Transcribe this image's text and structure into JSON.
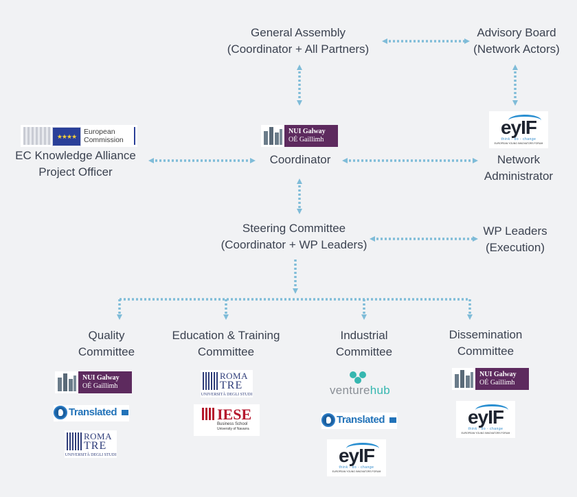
{
  "colors": {
    "connector": "#7fbcd8",
    "nui_purple": "#5d2a5e",
    "eu_blue": "#2a3f98",
    "text": "#3b4250"
  },
  "nodes": {
    "general_assembly": {
      "line1": "General Assembly",
      "line2": "(Coordinator + All Partners)"
    },
    "advisory_board": {
      "line1": "Advisory Board",
      "line2": "(Network Actors)"
    },
    "ec_officer": {
      "line1": "EC Knowledge Alliance",
      "line2": "Project Officer"
    },
    "coordinator": {
      "line1": "Coordinator"
    },
    "network_admin": {
      "line1": "Network",
      "line2": "Administrator"
    },
    "steering": {
      "line1": "Steering Committee",
      "line2": "(Coordinator + WP Leaders)"
    },
    "wp_leaders": {
      "line1": "WP Leaders",
      "line2": "(Execution)"
    },
    "quality": {
      "line1": "Quality",
      "line2": "Committee"
    },
    "education": {
      "line1": "Education & Training",
      "line2": "Committee"
    },
    "industrial": {
      "line1": "Industrial",
      "line2": "Committee"
    },
    "dissemination": {
      "line1": "Dissemination",
      "line2": "Committee"
    }
  },
  "logos": {
    "nui_galway": {
      "line1": "NUI Galway",
      "line2": "OÉ Gaillimh",
      "icon": "university-crest-icon"
    },
    "european_commission": {
      "line1": "European",
      "line2": "Commission",
      "icon": "eu-flag-icon"
    },
    "eyif": {
      "word": "eyIF",
      "tagline": "think - do - change",
      "subline": "EUROPEAN YOUNG INNOVATORS FORUM"
    },
    "translated": {
      "word": "Translated",
      "icon": "globe-icon"
    },
    "roma_tre": {
      "line1": "ROMA",
      "line2": "TRE",
      "line3": "UNIVERSITÀ DEGLI STUDI"
    },
    "iese": {
      "word": "IESE",
      "line1": "Business School",
      "line2": "University of Navarra"
    },
    "venturehub": {
      "part1": "venture",
      "part2": "hub"
    }
  }
}
